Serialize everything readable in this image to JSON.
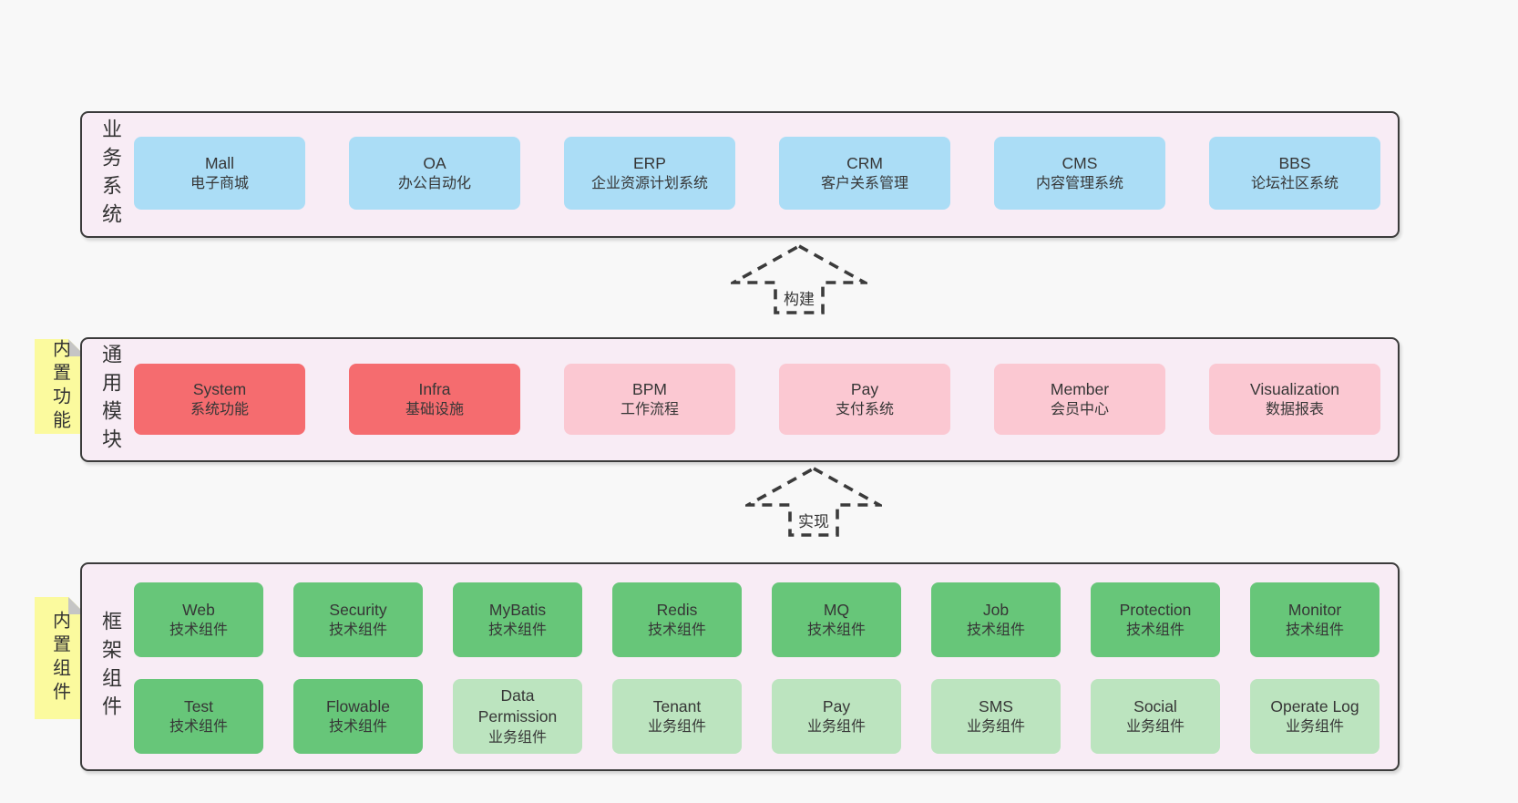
{
  "colors": {
    "page_bg": "#f8f8f8",
    "panel_bg": "#f8ecf5",
    "line": "#3b3b3b",
    "blue": "#abddf6",
    "red": "#f56c6f",
    "pink": "#fbc8d2",
    "green": "#67c679",
    "lightgreen": "#bce4bf",
    "yellow": "#fbfa9e",
    "fold": "#c5c5c5"
  },
  "arrows": [
    {
      "label": "构建"
    },
    {
      "label": "实现"
    }
  ],
  "panels": [
    {
      "id": "business-systems",
      "side_label": "业务系统",
      "note": null,
      "rows": [
        [
          {
            "title": "Mall",
            "subtitle": "电子商城",
            "variant": "blue"
          },
          {
            "title": "OA",
            "subtitle": "办公自动化",
            "variant": "blue"
          },
          {
            "title": "ERP",
            "subtitle": "企业资源计划系统",
            "variant": "blue"
          },
          {
            "title": "CRM",
            "subtitle": "客户关系管理",
            "variant": "blue"
          },
          {
            "title": "CMS",
            "subtitle": "内容管理系统",
            "variant": "blue"
          },
          {
            "title": "BBS",
            "subtitle": "论坛社区系统",
            "variant": "blue"
          }
        ]
      ]
    },
    {
      "id": "common-modules",
      "side_label": "通用模块",
      "note": "内置功能",
      "rows": [
        [
          {
            "title": "System",
            "subtitle": "系统功能",
            "variant": "red"
          },
          {
            "title": "Infra",
            "subtitle": "基础设施",
            "variant": "red"
          },
          {
            "title": "BPM",
            "subtitle": "工作流程",
            "variant": "pink"
          },
          {
            "title": "Pay",
            "subtitle": "支付系统",
            "variant": "pink"
          },
          {
            "title": "Member",
            "subtitle": "会员中心",
            "variant": "pink"
          },
          {
            "title": "Visualization",
            "subtitle": "数据报表",
            "variant": "pink"
          }
        ]
      ]
    },
    {
      "id": "framework-components",
      "side_label": "框架组件",
      "note": "内置组件",
      "rows": [
        [
          {
            "title": "Web",
            "subtitle": "技术组件",
            "variant": "green"
          },
          {
            "title": "Security",
            "subtitle": "技术组件",
            "variant": "green"
          },
          {
            "title": "MyBatis",
            "subtitle": "技术组件",
            "variant": "green"
          },
          {
            "title": "Redis",
            "subtitle": "技术组件",
            "variant": "green"
          },
          {
            "title": "MQ",
            "subtitle": "技术组件",
            "variant": "green"
          },
          {
            "title": "Job",
            "subtitle": "技术组件",
            "variant": "green"
          },
          {
            "title": "Protection",
            "subtitle": "技术组件",
            "variant": "green"
          },
          {
            "title": "Monitor",
            "subtitle": "技术组件",
            "variant": "green"
          }
        ],
        [
          {
            "title": "Test",
            "subtitle": "技术组件",
            "variant": "green"
          },
          {
            "title": "Flowable",
            "subtitle": "技术组件",
            "variant": "green"
          },
          {
            "title": "Data Permission",
            "subtitle": "业务组件",
            "variant": "lightgreen"
          },
          {
            "title": "Tenant",
            "subtitle": "业务组件",
            "variant": "lightgreen"
          },
          {
            "title": "Pay",
            "subtitle": "业务组件",
            "variant": "lightgreen"
          },
          {
            "title": "SMS",
            "subtitle": "业务组件",
            "variant": "lightgreen"
          },
          {
            "title": "Social",
            "subtitle": "业务组件",
            "variant": "lightgreen"
          },
          {
            "title": "Operate Log",
            "subtitle": "业务组件",
            "variant": "lightgreen"
          }
        ]
      ]
    }
  ]
}
